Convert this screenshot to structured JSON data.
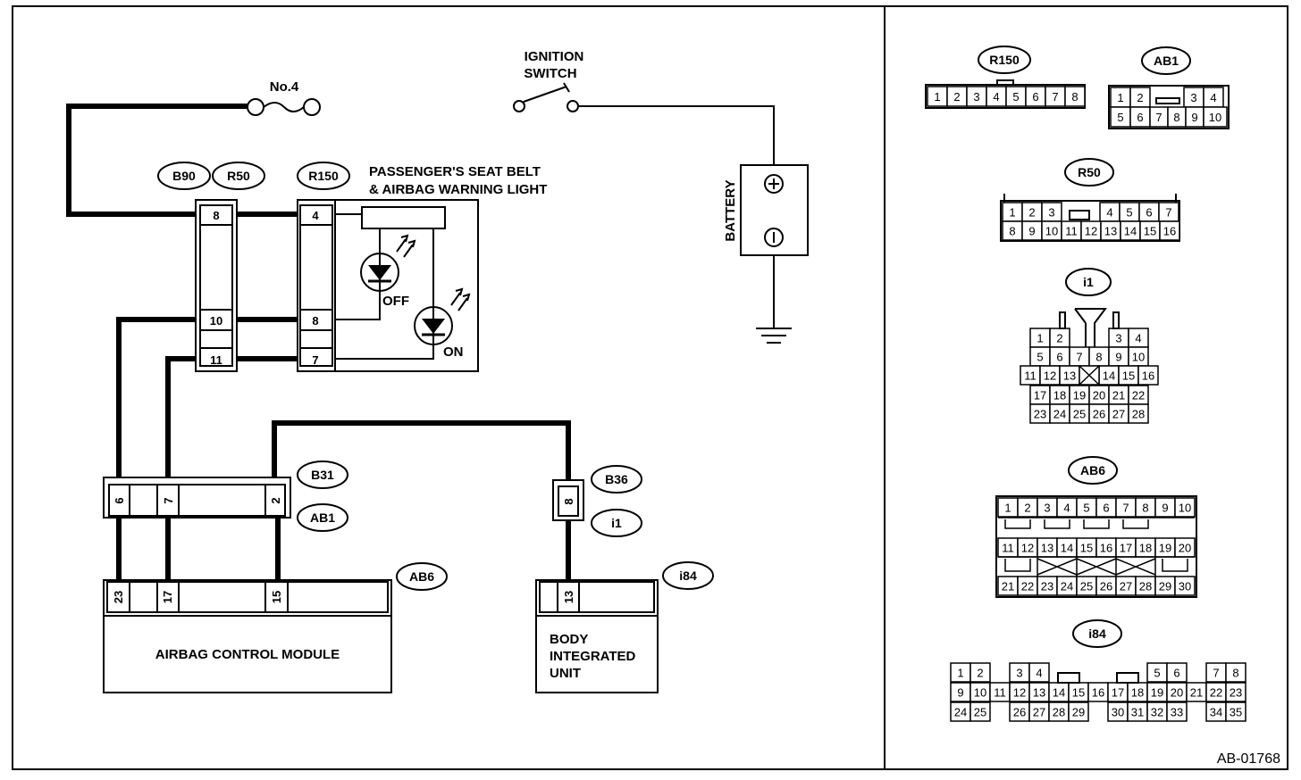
{
  "labels": {
    "ignition_switch": [
      "IGNITION",
      "SWITCH"
    ],
    "fuse": "No.4",
    "battery": "BATTERY",
    "warning_light": [
      "PASSENGER'S SEAT BELT",
      "& AIRBAG WARNING LIGHT"
    ],
    "off": "OFF",
    "on": "ON",
    "airbag_module": "AIRBAG CONTROL MODULE",
    "body_unit": [
      "BODY",
      "INTEGRATED",
      "UNIT"
    ],
    "figure_id": "AB-01768"
  },
  "tags": {
    "b90": "B90",
    "r50": "R50",
    "r150": "R150",
    "b31": "B31",
    "ab1": "AB1",
    "b36": "B36",
    "i1": "i1",
    "ab6": "AB6",
    "i84": "i84"
  },
  "pins": {
    "b90_8": "8",
    "b90_10": "10",
    "b90_11": "11",
    "r150_4": "4",
    "r150_8": "8",
    "r150_7": "7",
    "b31_6": "6",
    "b31_7": "7",
    "b31_2": "2",
    "b36_8": "8",
    "ab6_23": "23",
    "ab6_17": "17",
    "ab6_15": "15",
    "i84_13": "13"
  },
  "connector_views": {
    "r150": {
      "name": "R150",
      "rows": [
        [
          "1",
          "2",
          "3",
          "4",
          "5",
          "6",
          "7",
          "8"
        ]
      ]
    },
    "ab1": {
      "name": "AB1",
      "rows": [
        [
          "1",
          "2",
          "",
          "3",
          "4"
        ],
        [
          "5",
          "6",
          "7",
          "8",
          "9",
          "10"
        ]
      ]
    },
    "r50": {
      "name": "R50",
      "rows": [
        [
          "1",
          "2",
          "3",
          "",
          "4",
          "5",
          "6",
          "7"
        ],
        [
          "8",
          "9",
          "10",
          "11",
          "12",
          "13",
          "14",
          "15",
          "16"
        ]
      ]
    },
    "i1": {
      "name": "i1",
      "rows": [
        [
          "1",
          "2",
          "",
          "3",
          "4"
        ],
        [
          "5",
          "6",
          "7",
          "8",
          "9",
          "10"
        ],
        [
          "11",
          "12",
          "13",
          "",
          "14",
          "15",
          "16"
        ],
        [
          "17",
          "18",
          "19",
          "20",
          "21",
          "22"
        ],
        [
          "23",
          "24",
          "25",
          "26",
          "27",
          "28"
        ]
      ]
    },
    "ab6": {
      "name": "AB6",
      "rows": [
        [
          "1",
          "2",
          "3",
          "4",
          "5",
          "6",
          "7",
          "8",
          "9",
          "10"
        ],
        [
          "11",
          "12",
          "13",
          "14",
          "15",
          "16",
          "17",
          "18",
          "19",
          "20"
        ],
        [
          "21",
          "22",
          "23",
          "24",
          "25",
          "26",
          "27",
          "28",
          "29",
          "30"
        ]
      ]
    },
    "i84": {
      "name": "i84",
      "rows": [
        [
          "1",
          "2",
          "3",
          "4",
          "5",
          "6",
          "7",
          "8"
        ],
        [
          "9",
          "10",
          "11",
          "12",
          "13",
          "14",
          "15",
          "16",
          "17",
          "18",
          "19",
          "20",
          "21",
          "22",
          "23"
        ],
        [
          "24",
          "25",
          "26",
          "27",
          "28",
          "29",
          "30",
          "31",
          "32",
          "33",
          "34",
          "35"
        ]
      ]
    }
  }
}
